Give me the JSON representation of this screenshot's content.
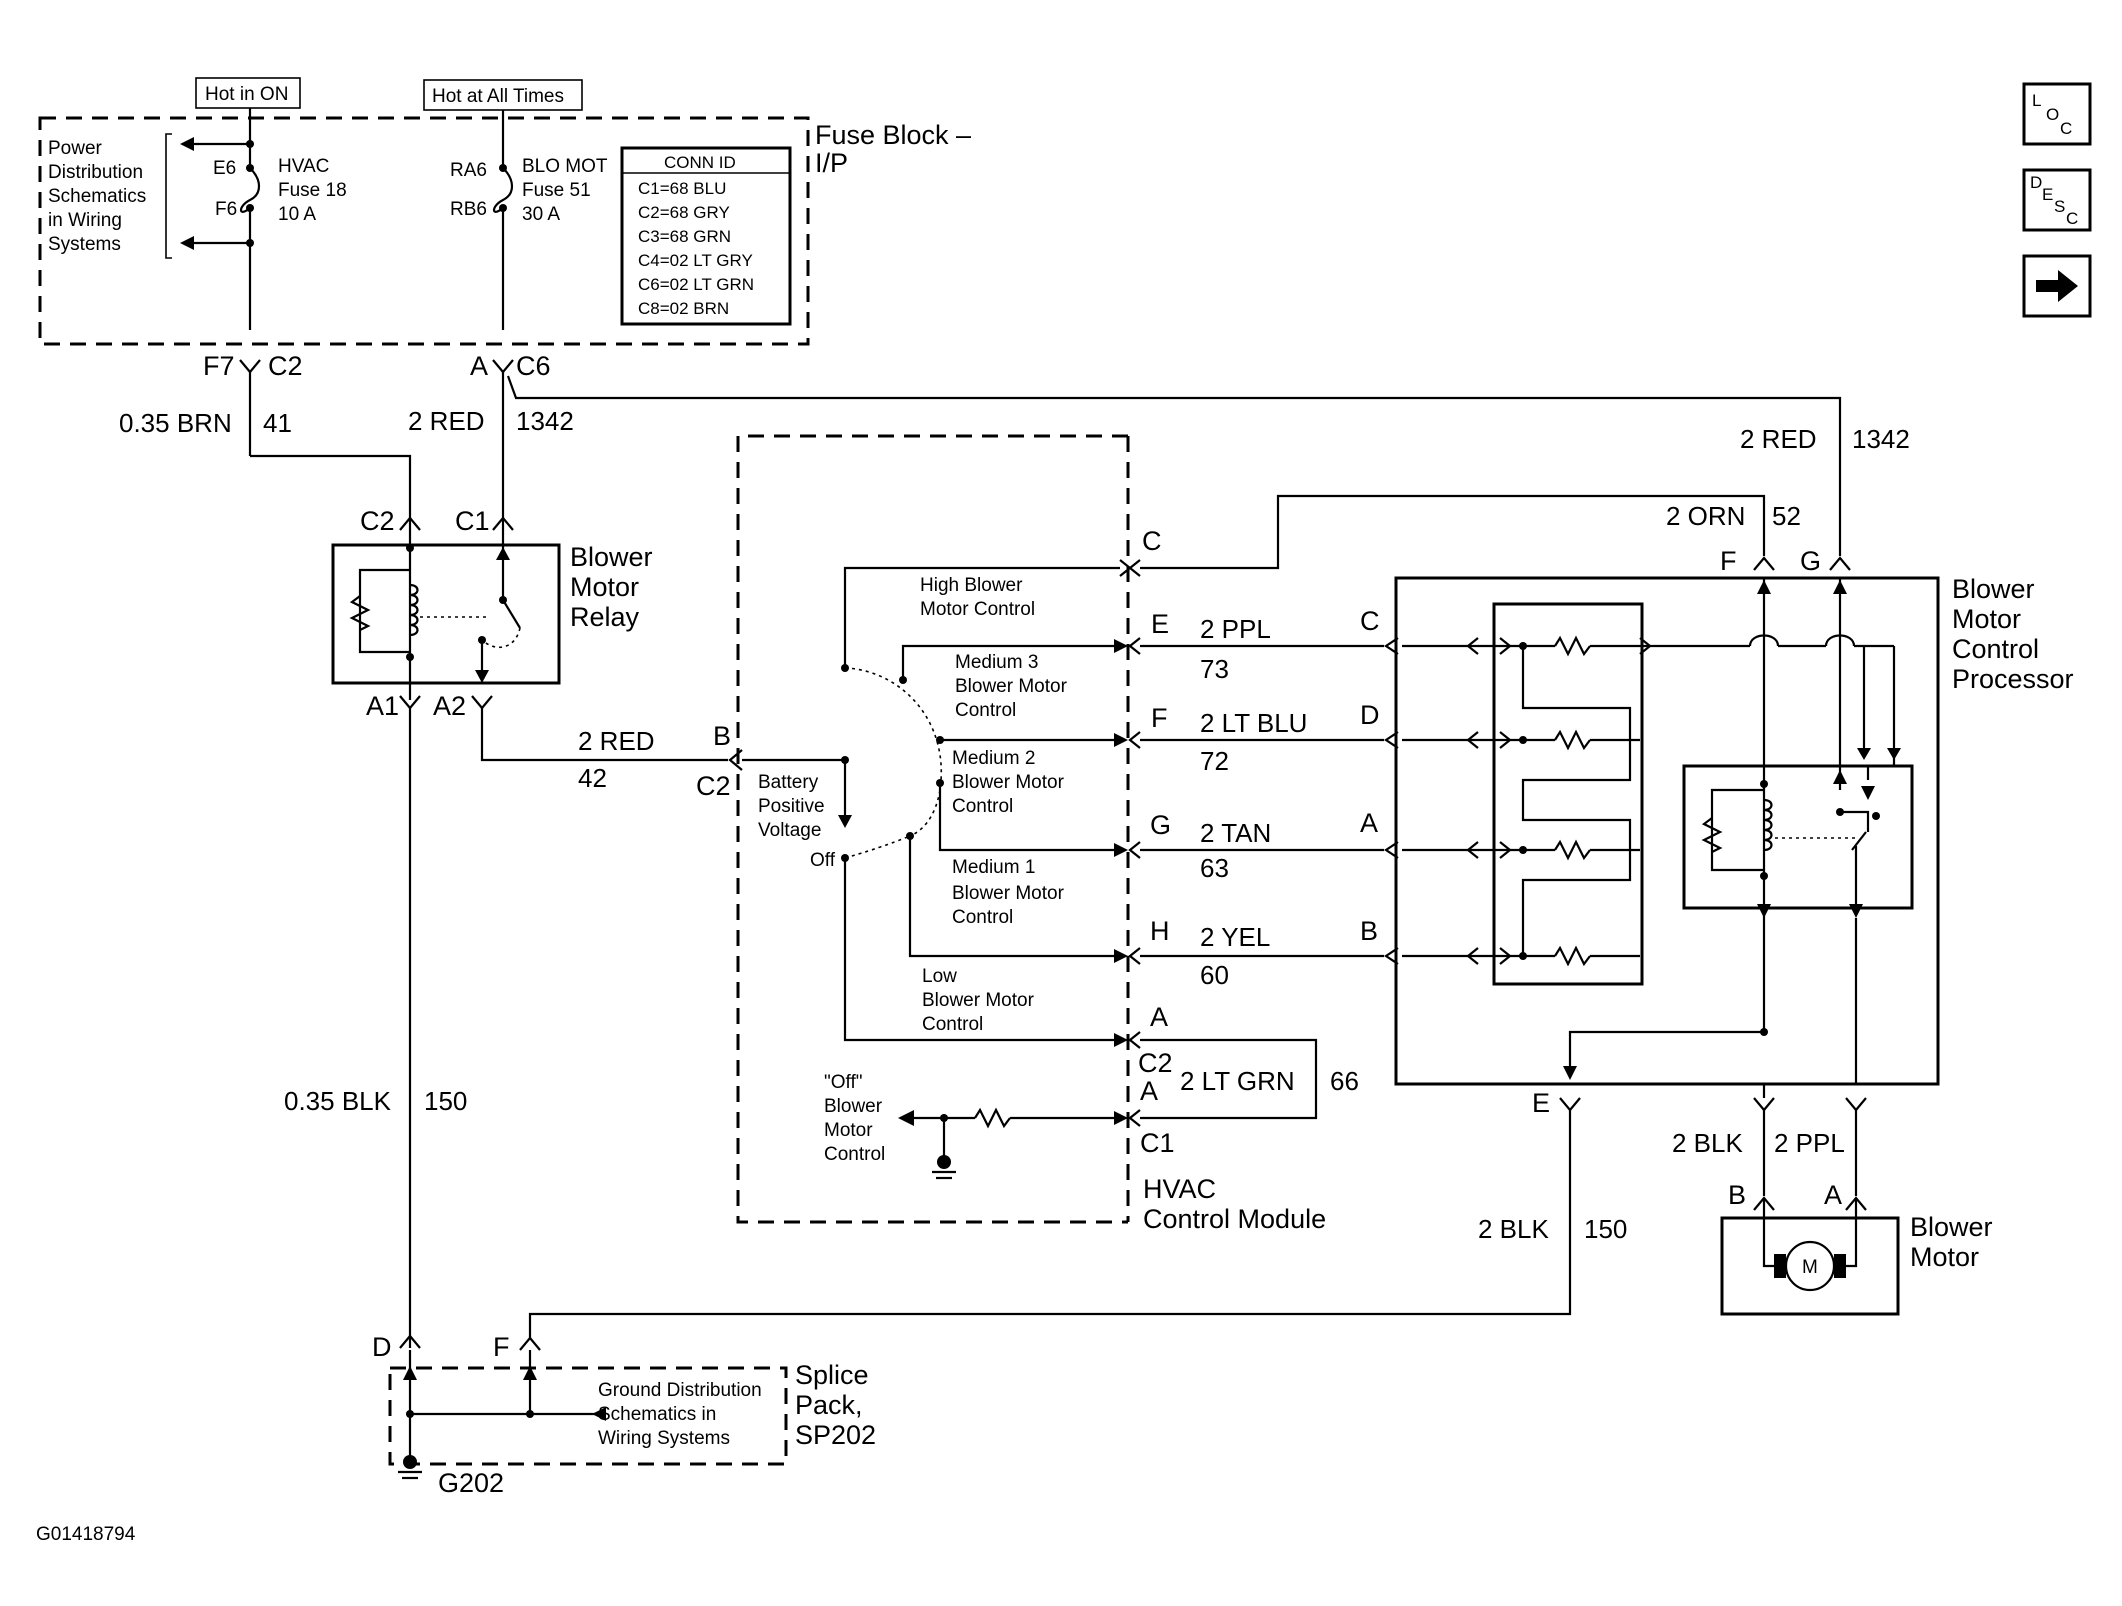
{
  "labels": {
    "hot_in_on": "Hot in ON",
    "hot_at_all_times": "Hot at All Times",
    "fuse_block_1": "Fuse Block –",
    "fuse_block_2": "I/P",
    "power_dist": [
      "Power",
      "Distribution",
      "Schematics",
      "in Wiring",
      "Systems"
    ],
    "e6": "E6",
    "f6": "F6",
    "ra6": "RA6",
    "rb6": "RB6",
    "hvac_fuse": [
      "HVAC",
      "Fuse 18",
      "10 A"
    ],
    "blo_fuse": [
      "BLO MOT",
      "Fuse 51",
      "30 A"
    ],
    "f7": "F7",
    "c2": "C2",
    "a": "A",
    "c6": "C6",
    "relay_c2": "C2",
    "relay_c1": "C1",
    "relay_a1": "A1",
    "relay_a2": "A2",
    "relay_name": [
      "Blower",
      "Motor",
      "Relay"
    ],
    "b": "B",
    "c2b": "C2",
    "hvac_module": [
      "HVAC",
      "Control Module"
    ],
    "battery": [
      "Battery",
      "Positive",
      "Voltage"
    ],
    "off": "Off",
    "high": [
      "High Blower",
      "Motor Control"
    ],
    "med3": [
      "Medium 3",
      "Blower Motor",
      "Control"
    ],
    "med2": [
      "Medium 2",
      "Blower Motor",
      "Control"
    ],
    "med1": [
      "Medium 1",
      "Blower Motor",
      "Control"
    ],
    "low": [
      "Low",
      "Blower Motor",
      "Control"
    ],
    "off_ctrl": [
      "\"Off\"",
      "Blower",
      "Motor",
      "Control"
    ],
    "pin_c": "C",
    "pin_e": "E",
    "pin_f": "F",
    "pin_g": "G",
    "pin_h": "H",
    "pin_a": "A",
    "c2_mod": "C2",
    "a_mod": "A",
    "c1_mod": "C1",
    "proc_c": "C",
    "proc_d": "D",
    "proc_a": "A",
    "proc_b": "B",
    "proc_f": "F",
    "proc_g": "G",
    "proc_e": "E",
    "processor": [
      "Blower",
      "Motor",
      "Control",
      "Processor"
    ],
    "motor_b": "B",
    "motor_a": "A",
    "motor_m": "M",
    "motor_name": [
      "Blower",
      "Motor"
    ],
    "splice_d": "D",
    "splice_f": "F",
    "ground_dist": [
      "Ground Distribution",
      "Schematics in",
      "Wiring Systems"
    ],
    "splice": [
      "Splice",
      "Pack,",
      "SP202"
    ],
    "g202": "G202",
    "figure_id": "G01418794"
  },
  "wires": {
    "w41_color": "0.35 BRN",
    "w41_num": "41",
    "w1342_color": "2 RED",
    "w1342_num": "1342",
    "w1342r_color": "2 RED",
    "w1342r_num": "1342",
    "w42_color": "2 RED",
    "w42_num": "42",
    "w52_color": "2 ORN",
    "w52_num": "52",
    "w73_color": "2 PPL",
    "w73_num": "73",
    "w72_color": "2 LT BLU",
    "w72_num": "72",
    "w63_color": "2 TAN",
    "w63_num": "63",
    "w60_color": "2 YEL",
    "w60_num": "60",
    "w66_color": "2 LT GRN",
    "w66_num": "66",
    "w150_color": "0.35 BLK",
    "w150_num": "150",
    "w150r_color": "2 BLK",
    "w150r_num": "150",
    "motor_blk": "2 BLK",
    "motor_ppl": "2 PPL"
  },
  "conn_id": {
    "title": "CONN ID",
    "rows": [
      "C1=68 BLU",
      "C2=68 GRY",
      "C3=68 GRN",
      "C4=02 LT GRY",
      "C6=02 LT GRN",
      "C8=02 BRN"
    ]
  },
  "nav": {
    "loc": [
      "L",
      "O",
      "C"
    ],
    "desc": [
      "D",
      "E",
      "S",
      "C"
    ]
  }
}
